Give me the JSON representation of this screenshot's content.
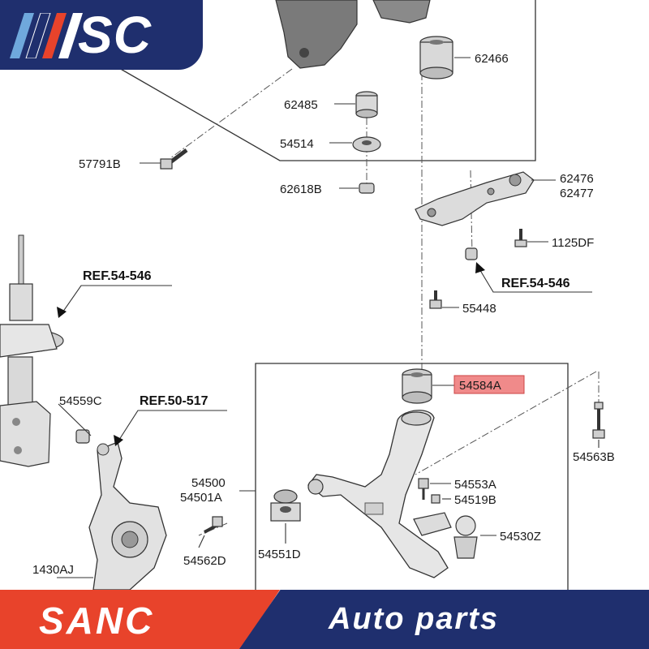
{
  "logo": {
    "text": "SC"
  },
  "banner": {
    "brand": "SANC",
    "tagline": "Auto parts"
  },
  "colors": {
    "highlight_fill": "#f08a8a",
    "banner_red": "#e8432b",
    "banner_navy": "#1f2f6e",
    "line": "#333333"
  },
  "callouts": {
    "p62466": "62466",
    "p62485": "62485",
    "p54514": "54514",
    "p57791B": "57791B",
    "p62618B": "62618B",
    "p62476": "62476",
    "p62477": "62477",
    "p1125DF": "1125DF",
    "p55448": "55448",
    "p54584A": "54584A",
    "p54563B": "54563B",
    "p54559C": "54559C",
    "p54500": "54500",
    "p54501A": "54501A",
    "p54553A": "54553A",
    "p54519B": "54519B",
    "p54530Z": "54530Z",
    "p54551D": "54551D",
    "p54562D": "54562D",
    "p1430AJ": "1430AJ"
  },
  "refs": {
    "r54546_left": "REF.54-546",
    "r54546_right": "REF.54-546",
    "r50517": "REF.50-517"
  },
  "highlighted_part": "54584A"
}
